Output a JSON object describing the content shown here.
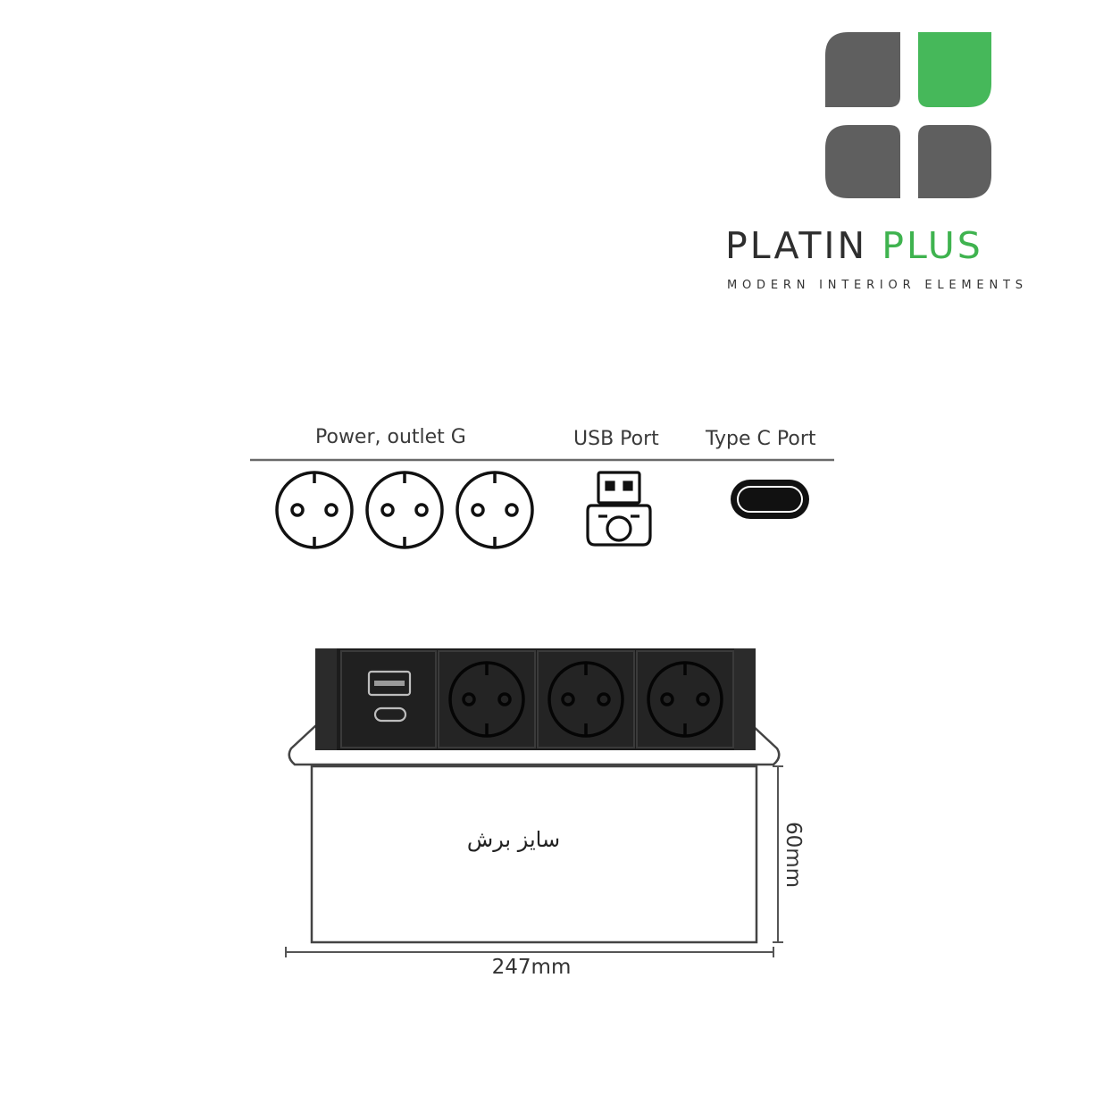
{
  "logo": {
    "name_part1": "PLATIN",
    "name_part2": "PLUS",
    "tagline": "MODERN INTERIOR ELEMENTS",
    "colors": {
      "gray": "#5f5f5f",
      "green": "#46b85a",
      "text_dark": "#2e2e2e",
      "text_green": "#3fb34f"
    }
  },
  "legend": {
    "power_label": "Power, outlet G",
    "usb_label": "USB Port",
    "typec_label": "Type C Port"
  },
  "diagram": {
    "cut_size_label": "سایز برش",
    "width_label": "247mm",
    "height_label": "60mm",
    "socket_count": 3
  },
  "icons": [
    "schuko-outlet-icon",
    "usb-port-icon",
    "type-c-port-icon"
  ]
}
